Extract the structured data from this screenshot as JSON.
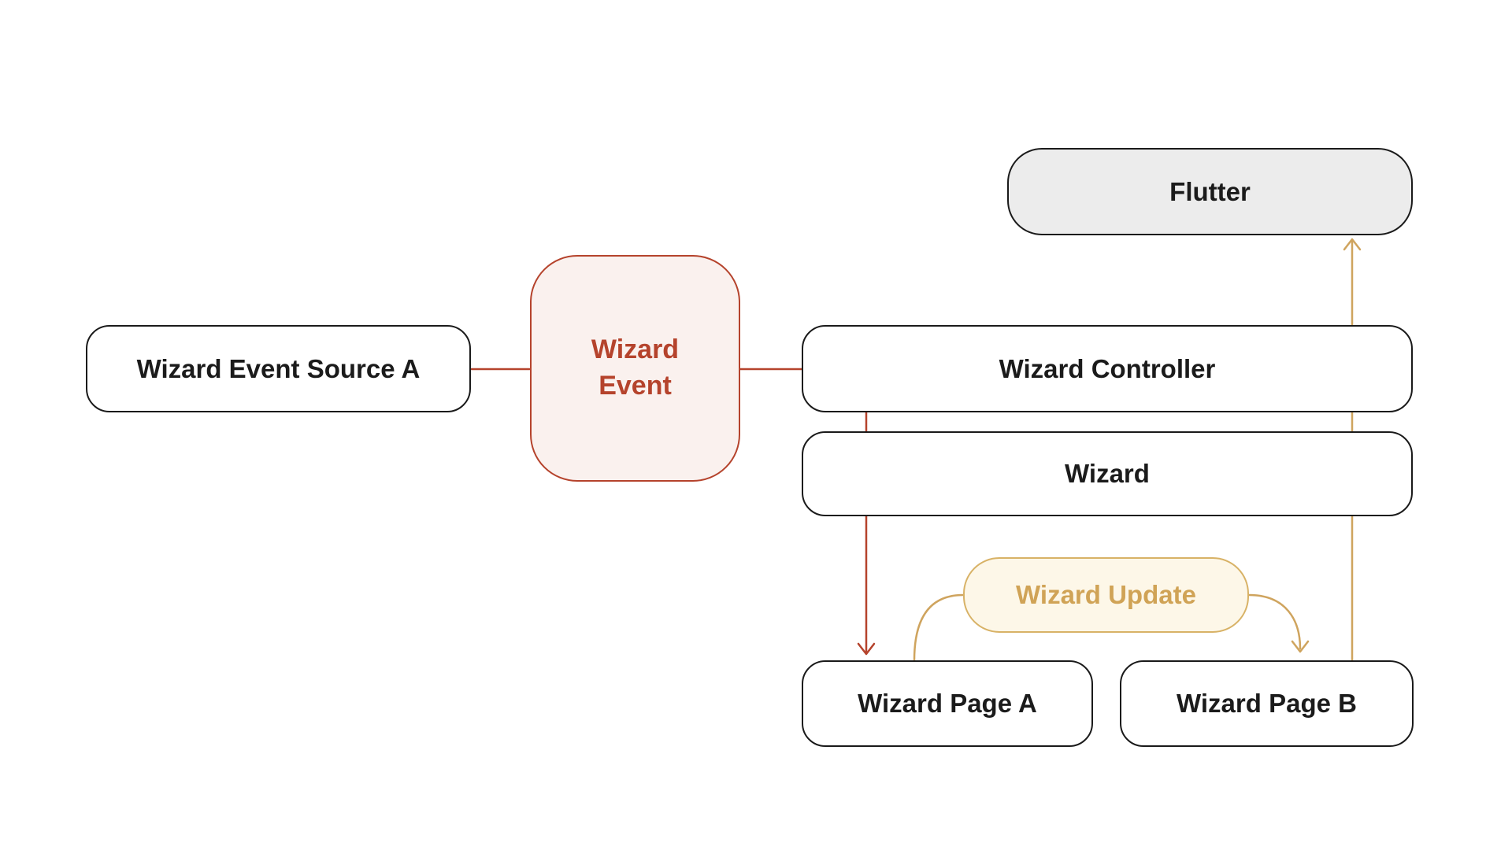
{
  "diagram": {
    "nodes": {
      "flutter": {
        "label": "Flutter"
      },
      "event_source_a": {
        "label": "Wizard Event Source A"
      },
      "wizard_event": {
        "label": "Wizard Event"
      },
      "wizard_controller": {
        "label": "Wizard Controller"
      },
      "wizard": {
        "label": "Wizard"
      },
      "wizard_update": {
        "label": "Wizard Update"
      },
      "wizard_page_a": {
        "label": "Wizard Page A"
      },
      "wizard_page_b": {
        "label": "Wizard Page B"
      }
    },
    "edges": [
      {
        "from": "Wizard Event Source A",
        "to": "Wizard Event",
        "style": "red line, no arrow"
      },
      {
        "from": "Wizard Event",
        "to": "Wizard Controller",
        "style": "red line, no arrow"
      },
      {
        "from": "Wizard Controller",
        "to": "Wizard Page A",
        "style": "red line, arrow down"
      },
      {
        "from": "Wizard Page A",
        "to": "Wizard Update",
        "style": "gold curve, no arrow"
      },
      {
        "from": "Wizard Update",
        "to": "Wizard Page B",
        "style": "gold curve, arrow down"
      },
      {
        "from": "Wizard Page B",
        "to": "Flutter",
        "style": "gold line, arrow up"
      }
    ],
    "colors": {
      "background": "#ffffff",
      "node_border": "#1a1a1a",
      "node_fill": "#ffffff",
      "node_text": "#1b1b1b",
      "flutter_fill": "#ececec",
      "event_accent": "#b5432c",
      "event_fill": "#faf1ee",
      "update_accent": "#d0a356",
      "update_border": "#d8b266",
      "update_fill": "#fdf7e8",
      "update_line": "#cfa45e"
    }
  }
}
